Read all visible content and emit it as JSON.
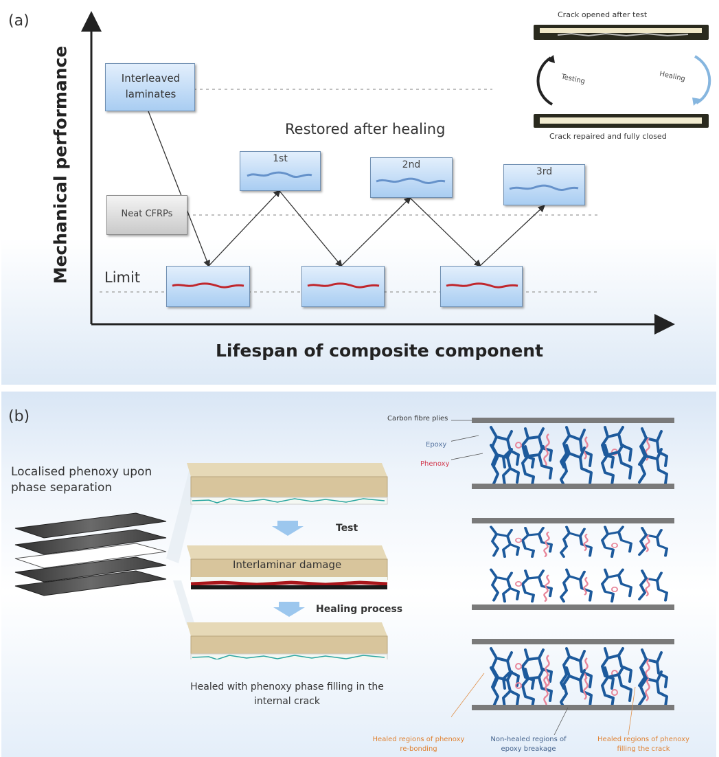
{
  "panel_a": {
    "label": "(a)",
    "y_axis_label": "Mechanical performance",
    "x_axis_label": "Lifespan of composite component",
    "interleaved_box": "Interleaved laminates",
    "neat_box": "Neat CFRPs",
    "limit_label": "Limit",
    "restored_label": "Restored after healing",
    "cycle_labels": [
      "1st",
      "2nd",
      "3rd"
    ],
    "inset": {
      "top_caption": "Crack opened after test",
      "testing_label": "Testing",
      "healing_label": "Healing",
      "bottom_caption": "Crack repaired and fully closed"
    },
    "colors": {
      "crack": "#c0272d",
      "healed": "#4f7fbf",
      "box_top": "#e3effc",
      "box_bottom": "#a9cdf2"
    }
  },
  "panel_b": {
    "label": "(b)",
    "phase_label": "Localised phenoxy upon phase separation",
    "test_label": "Test",
    "healing_label": "Healing process",
    "damage_label": "Interlaminar damage",
    "healed_caption": "Healed with phenoxy phase filling in the internal crack",
    "legend": {
      "carbon": "Carbon fibre plies",
      "epoxy": "Epoxy",
      "phenoxy": "Phenoxy"
    },
    "bottom_labels": {
      "left": "Healed regions of phenoxy re-bonding",
      "middle": "Non-healed regions of epoxy breakage",
      "right": "Healed regions of phenoxy filling the crack"
    },
    "colors": {
      "epoxy": "#1d5a9c",
      "phenoxy": "#e8869a",
      "ply": "#7a7a7a",
      "laminate": "#d8c59c",
      "arrow": "#9cc7ee"
    }
  }
}
